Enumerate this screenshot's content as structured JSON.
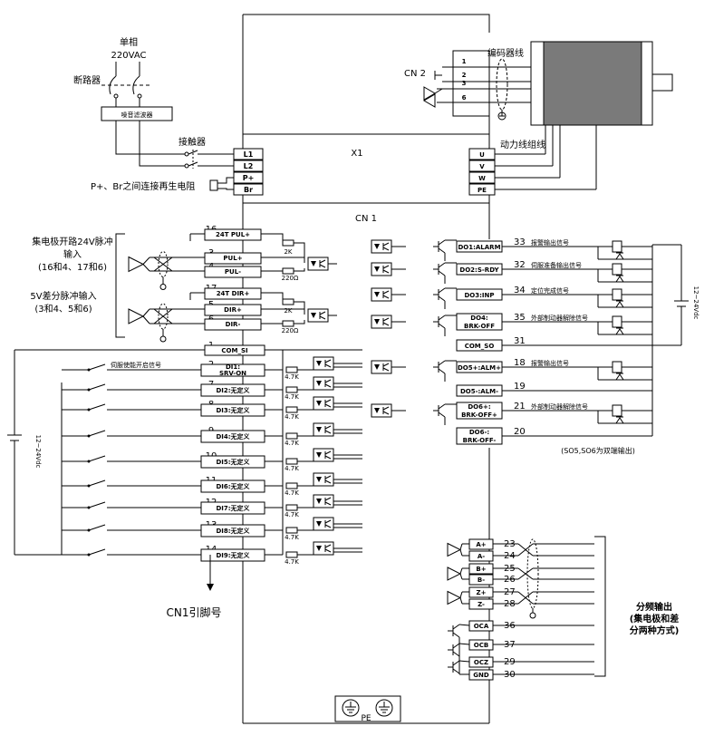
{
  "power": {
    "phase_label": "单相",
    "voltage_label": "220VAC",
    "breaker_label": "断路器",
    "filter_label": "噪音滤波器",
    "contactor_label": "接触器",
    "regen_label": "P+、Br之间连接再生电阻",
    "terminals": [
      "L1",
      "L2",
      "P+",
      "Br"
    ]
  },
  "motor": {
    "cn2_label": "CN 2",
    "encoder_label": "编码器线",
    "encoder_pins": [
      "1",
      "2",
      "3",
      "6"
    ],
    "power_cable_label": "动力线组线",
    "terminals": [
      "U",
      "V",
      "W",
      "PE"
    ]
  },
  "drive": {
    "x1_label": "X1",
    "cn1_label": "CN 1",
    "pe_label": "PE"
  },
  "pulse_inputs": {
    "oc_label_line1": "集电极开路24V脉冲",
    "oc_label_line2": "输入",
    "oc_label_line3": "(16和4、17和6)",
    "diff_label_line1": "5V差分脉冲输入",
    "diff_label_line2": "(3和4、5和6)",
    "r2k": "2K",
    "r220": "220Ω",
    "pins": [
      {
        "num": "16",
        "name": "24T PUL+"
      },
      {
        "num": "3",
        "name": "PUL+"
      },
      {
        "num": "4",
        "name": "PUL-"
      },
      {
        "num": "17",
        "name": "24T DIR+"
      },
      {
        "num": "5",
        "name": "DIR+"
      },
      {
        "num": "6",
        "name": "DIR-"
      }
    ]
  },
  "digital_inputs": {
    "supply_label": "12~24Vdc",
    "resistor": "4.7K",
    "com_si": {
      "num": "1",
      "name": "COM_SI"
    },
    "enable_label": "伺服使能开启信号",
    "pins": [
      {
        "num": "2",
        "line1": "DI1:",
        "line2": "SRV-ON"
      },
      {
        "num": "7",
        "line1": "DI2:无定义",
        "line2": ""
      },
      {
        "num": "8",
        "line1": "DI3:无定义",
        "line2": ""
      },
      {
        "num": "9",
        "line1": "DI4:无定义",
        "line2": ""
      },
      {
        "num": "10",
        "line1": "DI5:无定义",
        "line2": ""
      },
      {
        "num": "11",
        "line1": "DI6:无定义",
        "line2": ""
      },
      {
        "num": "12",
        "line1": "DI7:无定义",
        "line2": ""
      },
      {
        "num": "13",
        "line1": "DI8:无定义",
        "line2": ""
      },
      {
        "num": "14",
        "line1": "DI9:无定义",
        "line2": ""
      }
    ],
    "cn1_pin_label": "CN1引脚号"
  },
  "digital_outputs": {
    "supply_label": "12~24Vdc",
    "note": "(SO5,SO6为双端输出)",
    "outputs": [
      {
        "num": "33",
        "line1": "DO1:ALARM",
        "line2": "",
        "signal": "报警输出信号"
      },
      {
        "num": "32",
        "line1": "DO2:S-RDY",
        "line2": "",
        "signal": "伺服准备输出信号"
      },
      {
        "num": "34",
        "line1": "DO3:INP",
        "line2": "",
        "signal": "定位完成信号"
      },
      {
        "num": "35",
        "line1": "DO4:",
        "line2": "BRK-OFF",
        "signal": "外部制动器解除信号"
      },
      {
        "num": "31",
        "line1": "COM_SO",
        "line2": "",
        "signal": ""
      },
      {
        "num": "18",
        "line1": "DO5+:ALM+",
        "line2": "",
        "signal": "报警输出信号"
      },
      {
        "num": "19",
        "line1": "DO5-:ALM-",
        "line2": "",
        "signal": ""
      },
      {
        "num": "21",
        "line1": "DO6+:",
        "line2": "BRK-OFF+",
        "signal": "外部制动器解除信号"
      },
      {
        "num": "20",
        "line1": "DO6-:",
        "line2": "BRK-OFF-",
        "signal": ""
      }
    ]
  },
  "encoder_output": {
    "label_line1": "分频输出",
    "label_line2": "(集电极和差",
    "label_line3": "分两种方式)",
    "diff": [
      {
        "num": "23",
        "name": "A+"
      },
      {
        "num": "24",
        "name": "A-"
      },
      {
        "num": "25",
        "name": "B+"
      },
      {
        "num": "26",
        "name": "B-"
      },
      {
        "num": "27",
        "name": "Z+"
      },
      {
        "num": "28",
        "name": "Z-"
      }
    ],
    "oc": [
      {
        "num": "36",
        "name": "OCA"
      },
      {
        "num": "37",
        "name": "OCB"
      },
      {
        "num": "29",
        "name": "OCZ"
      },
      {
        "num": "30",
        "name": "GND"
      }
    ]
  }
}
